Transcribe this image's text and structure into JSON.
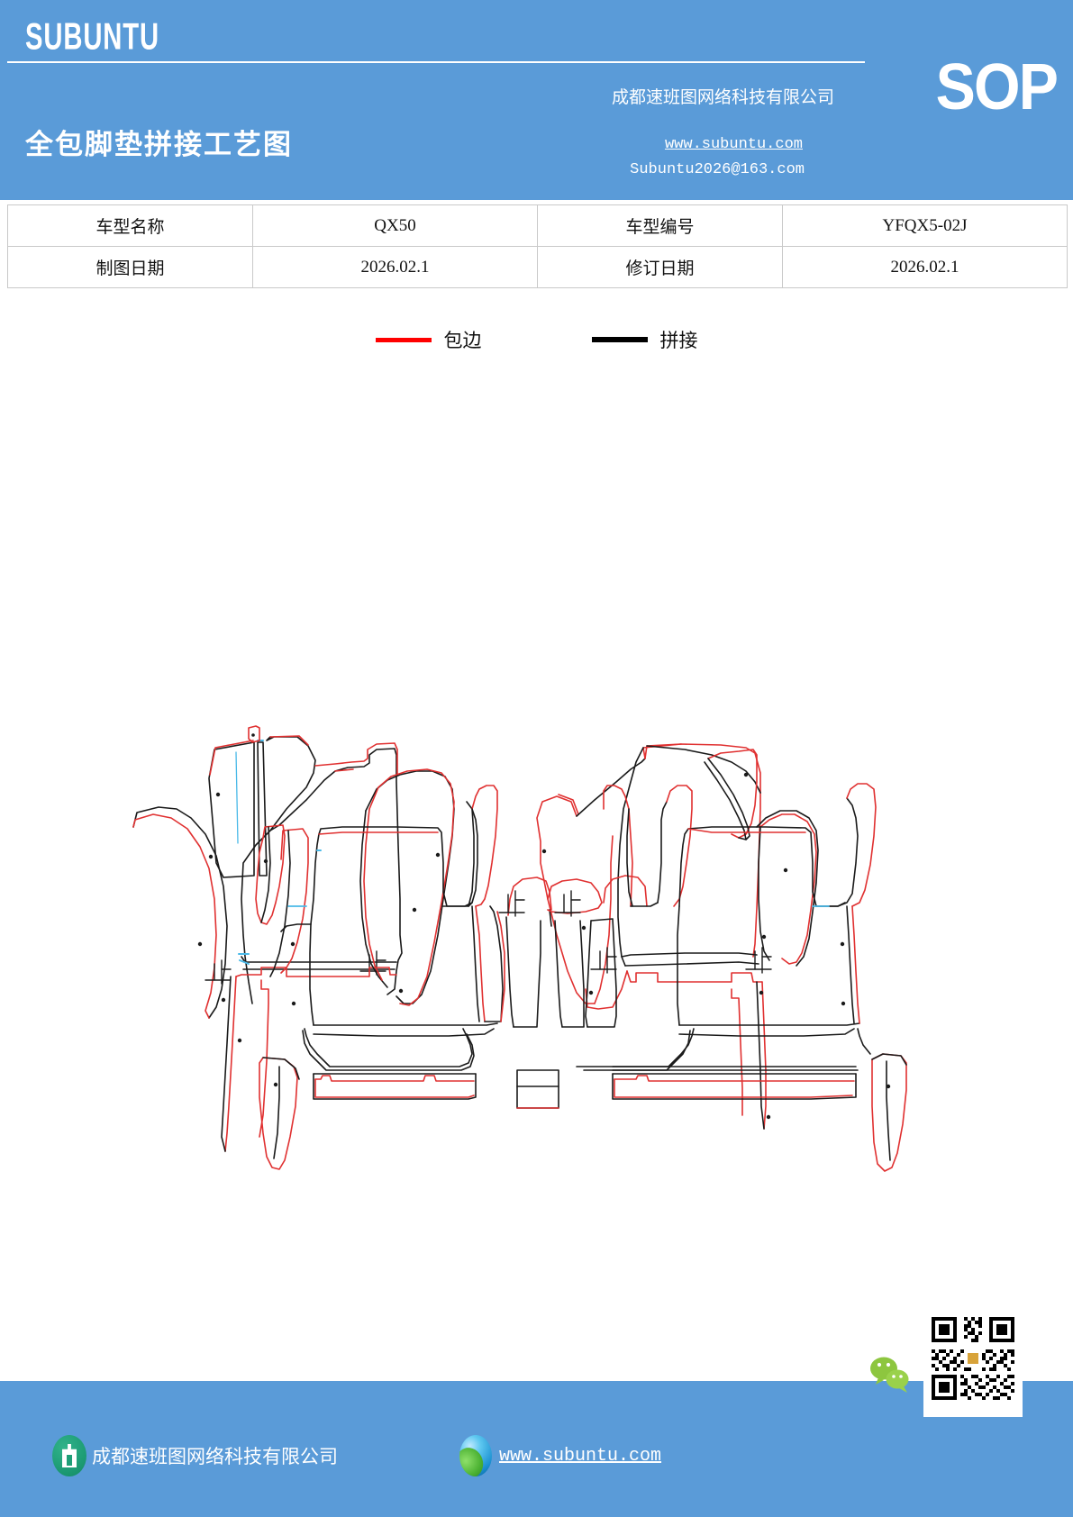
{
  "header": {
    "brand": "SUBUNTU",
    "doc_title": "全包脚垫拼接工艺图",
    "company": "成都速班图网络科技有限公司",
    "website": "www.subuntu.com",
    "email": "Subuntu2026@163.com",
    "doc_type": "SOP",
    "background_color": "#5a9bd8"
  },
  "info_table": {
    "rows": [
      {
        "label1": "车型名称",
        "value1": "QX50",
        "label2": "车型编号",
        "value2": "YFQX5-02J"
      },
      {
        "label1": "制图日期",
        "value1": "2026.02.1",
        "label2": "修订日期",
        "value2": "2026.02.1"
      }
    ]
  },
  "legend": {
    "items": [
      {
        "label": "包边",
        "color": "#ff0000",
        "icon": "red-line-swatch"
      },
      {
        "label": "拼接",
        "color": "#000000",
        "icon": "black-line-swatch"
      }
    ]
  },
  "drawing": {
    "description": "全包脚垫拼接工艺图样板 — 前排与后排脚垫裁片展开图",
    "line_colors": {
      "binding": "#e03030",
      "seam": "#1a1a1a",
      "accent": "#49b9e8"
    },
    "groups": [
      {
        "name": "front-left-mat-pattern",
        "label": ""
      },
      {
        "name": "front-right-mat-pattern",
        "label": ""
      },
      {
        "name": "rear-mat-pattern",
        "label": ""
      }
    ]
  },
  "footer": {
    "company": "成都速班图网络科技有限公司",
    "website": "www.subuntu.com",
    "background_color": "#5a9bd8",
    "icons": [
      "building-icon",
      "globe-icon",
      "wechat-icon",
      "qr-code"
    ]
  }
}
